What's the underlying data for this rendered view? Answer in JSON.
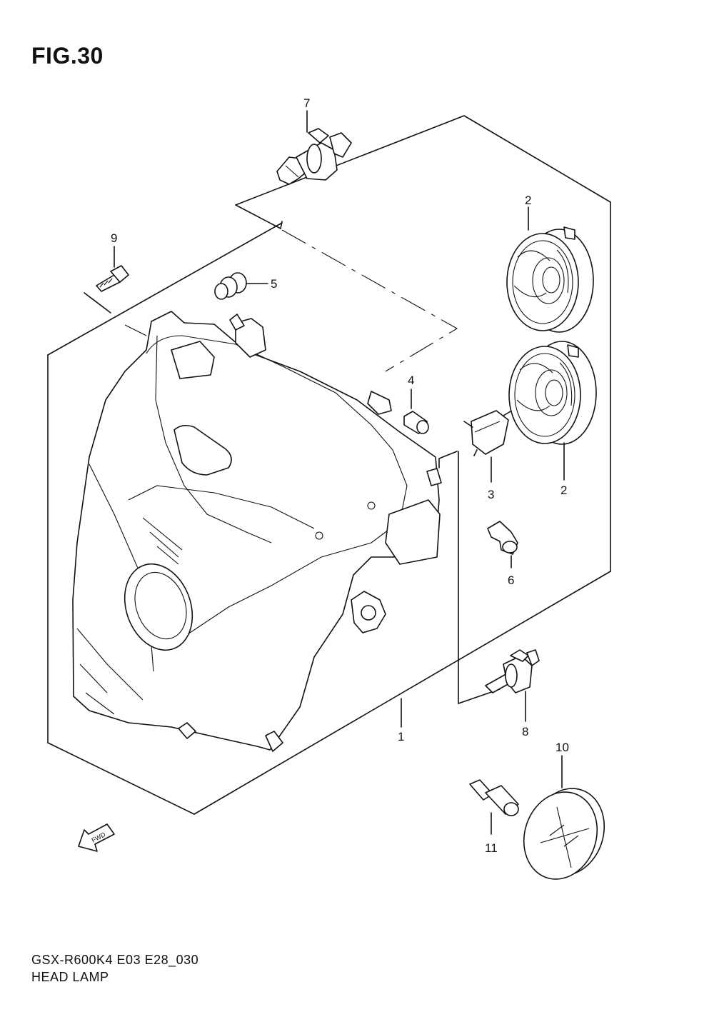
{
  "figure": {
    "title": "FIG.30",
    "model_code": "GSX-R600K4 E03 E28_030",
    "section_name": "HEAD LAMP"
  },
  "fwd_label": "FWD",
  "callouts": [
    {
      "id": "1",
      "label": "1"
    },
    {
      "id": "2a",
      "label": "2"
    },
    {
      "id": "2b",
      "label": "2"
    },
    {
      "id": "3",
      "label": "3"
    },
    {
      "id": "4",
      "label": "4"
    },
    {
      "id": "5",
      "label": "5"
    },
    {
      "id": "6",
      "label": "6"
    },
    {
      "id": "7",
      "label": "7"
    },
    {
      "id": "8",
      "label": "8"
    },
    {
      "id": "9",
      "label": "9"
    },
    {
      "id": "10",
      "label": "10"
    },
    {
      "id": "11",
      "label": "11"
    }
  ]
}
